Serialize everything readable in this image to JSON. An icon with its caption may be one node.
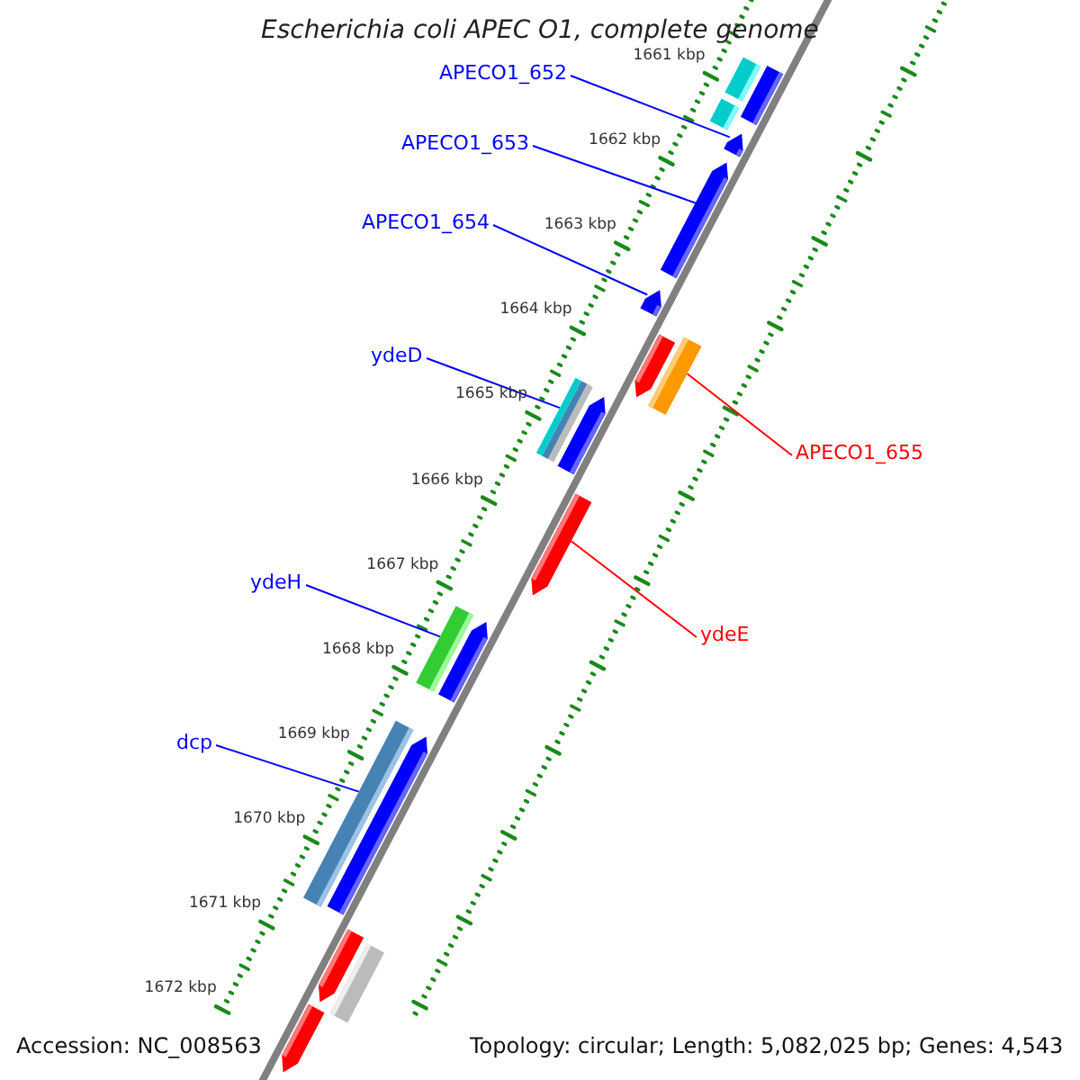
{
  "diagram": {
    "title": "Escherichia coli APEC O1, complete genome",
    "nodes": [
      {
        "text": [
          "APECO1_652"
        ]
      },
      {
        "text": [],
        "shape": "bar"
      },
      {
        "text": [
          "APECO1_653"
        ]
      },
      {
        "text": [],
        "shape": "bar"
      },
      {
        "text": [
          "APECO1_654"
        ]
      },
      {
        "text": [],
        "shape": "bar"
      },
      {
        "text": [
          "ydeD"
        ]
      },
      {
        "text": [],
        "shape": "bar"
      },
      {
        "text": [
          "APECO1_655"
        ]
      },
      {
        "text": [],
        "shape": "bar"
      },
      {
        "text": [
          "ydeH"
        ]
      },
      {
        "text": [],
        "shape": "bar"
      },
      {
        "text": [
          "ydeE"
        ]
      },
      {
        "text": [],
        "shape": "bar"
      },
      {
        "text": [
          "dcp"
        ]
      },
      {
        "text": [],
        "shape": "bar"
      },
      {
        "text": [],
        "shape": "bar"
      },
      {
        "text": [],
        "shape": "bar"
      },
      {
        "text": [],
        "shape": "bar"
      },
      {
        "text": [],
        "shape": "bar"
      },
      {
        "text": [],
        "shape": "bar"
      },
      {
        "text": [],
        "shape": "bar"
      },
      {
        "text": [],
        "shape": "bar"
      },
      {
        "text": [],
        "shape": "bar"
      },
      {
        "text": [],
        "shape": "bar"
      },
      {
        "text": [],
        "shape": "bar"
      }
    ],
    "edges": [
      {
        "from": 0,
        "to": 1,
        "arrow": "none"
      },
      {
        "from": 2,
        "to": 3,
        "arrow": "none"
      },
      {
        "from": 4,
        "to": 5,
        "arrow": "none"
      },
      {
        "from": 6,
        "to": 7,
        "arrow": "none"
      },
      {
        "from": 8,
        "to": 9,
        "arrow": "none",
        "color": "#ff0000"
      },
      {
        "from": 10,
        "to": 11,
        "arrow": "none"
      },
      {
        "from": 12,
        "to": 13,
        "arrow": "none",
        "color": "#ff0000"
      },
      {
        "from": 14,
        "to": 15,
        "arrow": "none"
      }
    ],
    "labels": [
      "1661 kbp",
      "1662 kbp",
      "1663 kbp",
      "1664 kbp",
      "1665 kbp",
      "1666 kbp",
      "1667 kbp",
      "1668 kbp",
      "1669 kbp",
      "1670 kbp",
      "1671 kbp",
      "1672 kbp",
      "Accession: NC_008563",
      "Topology: circular; Length: 5,082,025 bp; Genes: 4,543"
    ]
  }
}
